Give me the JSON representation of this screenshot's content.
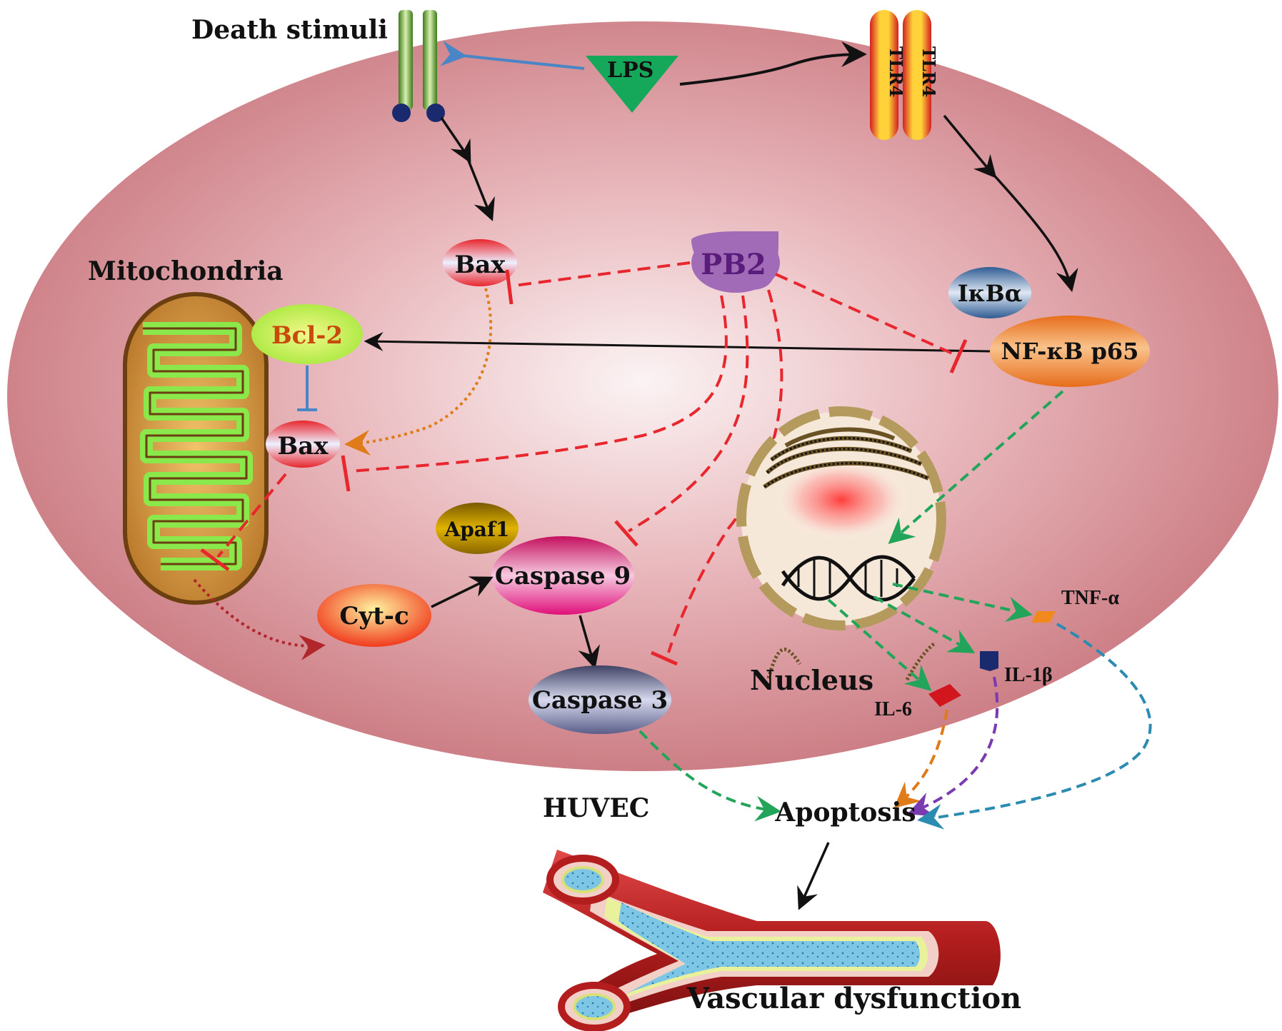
{
  "labels": {
    "death_stimuli": "Death stimuli",
    "lps": "LPS",
    "tlr4_a": "TLR4",
    "tlr4_b": "TLR4",
    "bax_top": "Bax",
    "pb2": "PB2",
    "ikba": "IκBα",
    "nfkb": "NF-κB p65",
    "mitochondria": "Mitochondria",
    "bcl2": "Bcl-2",
    "bax_mito": "Bax",
    "apaf1": "Apaf1",
    "caspase9": "Caspase 9",
    "cytc": "Cyt-c",
    "caspase3": "Caspase 3",
    "nucleus": "Nucleus",
    "tnfa": "TNF-α",
    "il1b": "IL-1β",
    "il6": "IL-6",
    "apoptosis": "Apoptosis",
    "huvec": "HUVEC",
    "vascular": "Vascular dysfunction"
  },
  "colors": {
    "inhibit": "#e8262d",
    "activate": "#111111",
    "nfkb_path": "#22a55a",
    "lps_to_receptor": "#4a86c6",
    "bcl2_inhibit": "#4a86c6",
    "bax_translocation": "#e07b1a",
    "cytc_release": "#b0262a",
    "il6_path": "#e07b1a",
    "il1b_path": "#7a3ab0",
    "tnfa_path": "#2c8bb0"
  },
  "icons": [
    "death-receptor-icon",
    "tlr4-receptor-icon",
    "lps-triangle-icon",
    "mitochondrion-icon",
    "nucleus-icon",
    "dna-helix-icon",
    "blood-vessel-icon"
  ]
}
